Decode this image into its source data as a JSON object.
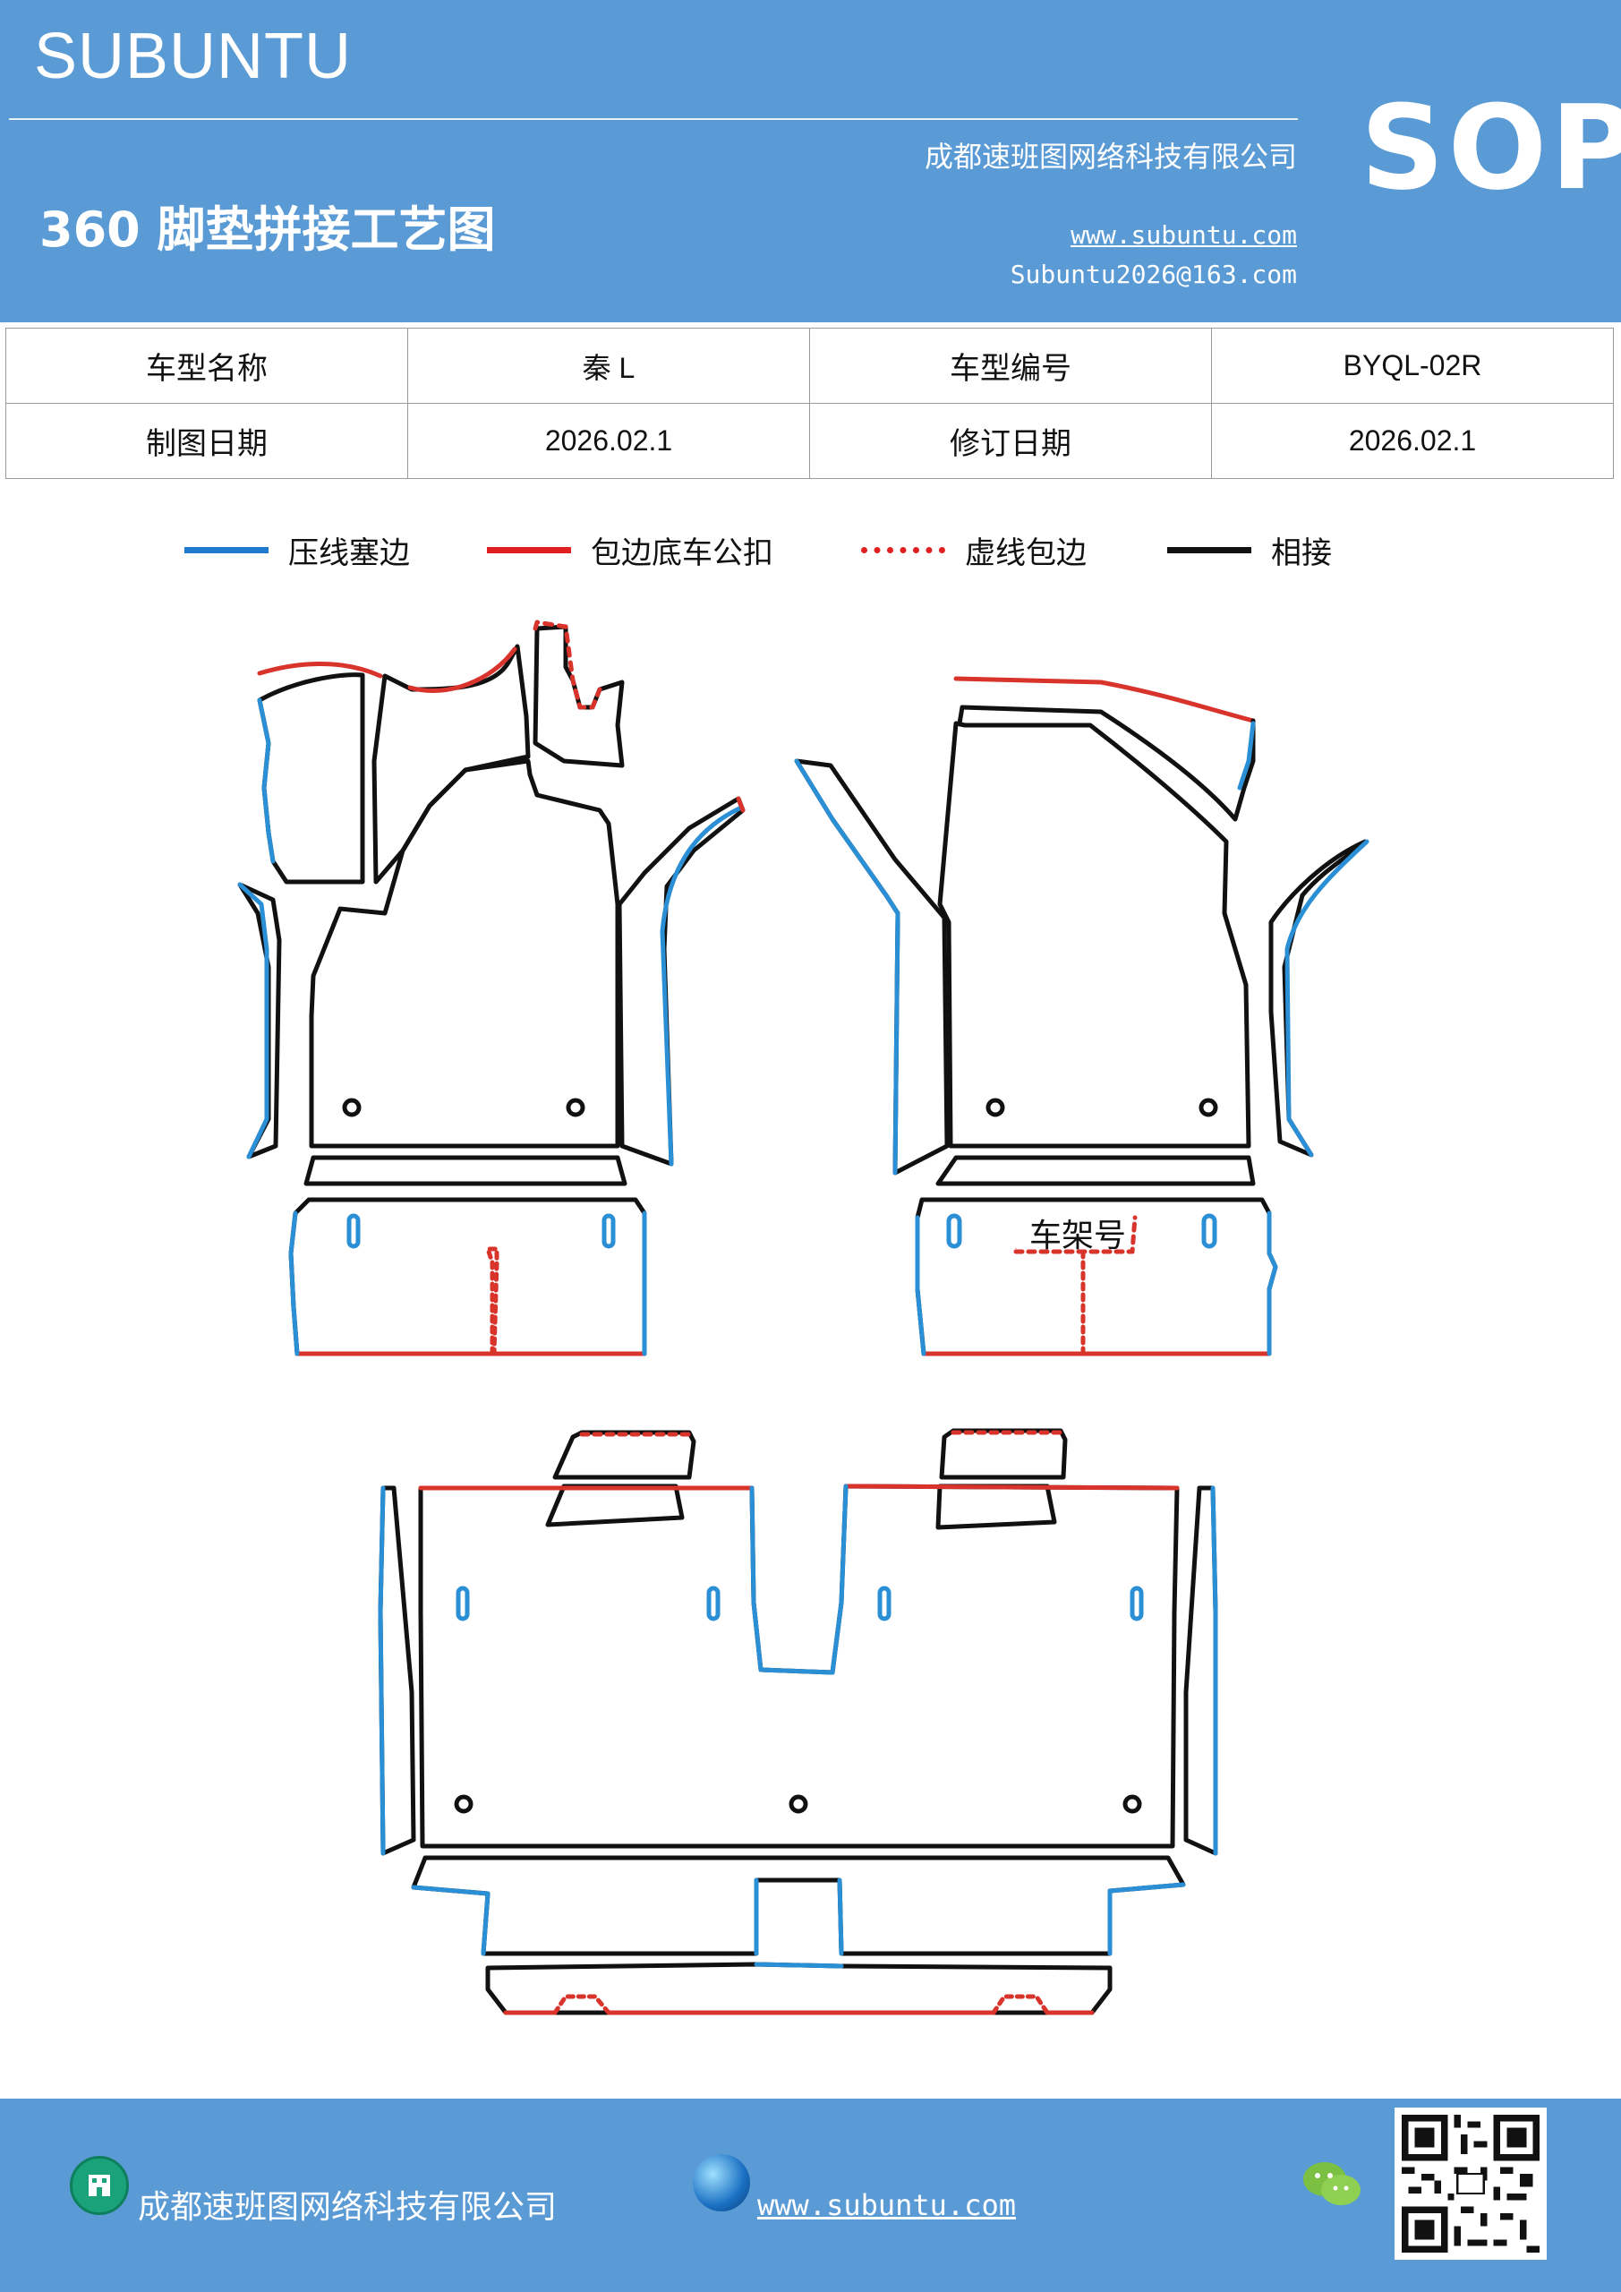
{
  "header": {
    "brand": "SUBUNTU",
    "company": "成都速班图网络科技有限公司",
    "title": "360 脚垫拼接工艺图",
    "website": "www.subuntu.com",
    "email": "Subuntu2026@163.com",
    "badge": "SOP"
  },
  "info_table": {
    "rows": [
      [
        "车型名称",
        "秦 L",
        "车型编号",
        "BYQL-02R"
      ],
      [
        "制图日期",
        "2026.02.1",
        "修订日期",
        "2026.02.1"
      ]
    ]
  },
  "legend": {
    "items": [
      {
        "label": "压线塞边",
        "color": "#1f7bd0",
        "style": "solid"
      },
      {
        "label": "包边底车公扣",
        "color": "#e02020",
        "style": "solid"
      },
      {
        "label": "虚线包边",
        "color": "#e02020",
        "style": "dotted"
      },
      {
        "label": "相接",
        "color": "#111111",
        "style": "solid"
      }
    ]
  },
  "diagram": {
    "frame_label": "车架号",
    "colors": {
      "blue": "#2b8fd6",
      "red": "#d8342c",
      "black": "#111111"
    }
  },
  "footer": {
    "company": "成都速班图网络科技有限公司",
    "website": "www.subuntu.com",
    "icons": [
      "building-icon",
      "globe-icon",
      "wechat-icon",
      "qr-code"
    ]
  }
}
